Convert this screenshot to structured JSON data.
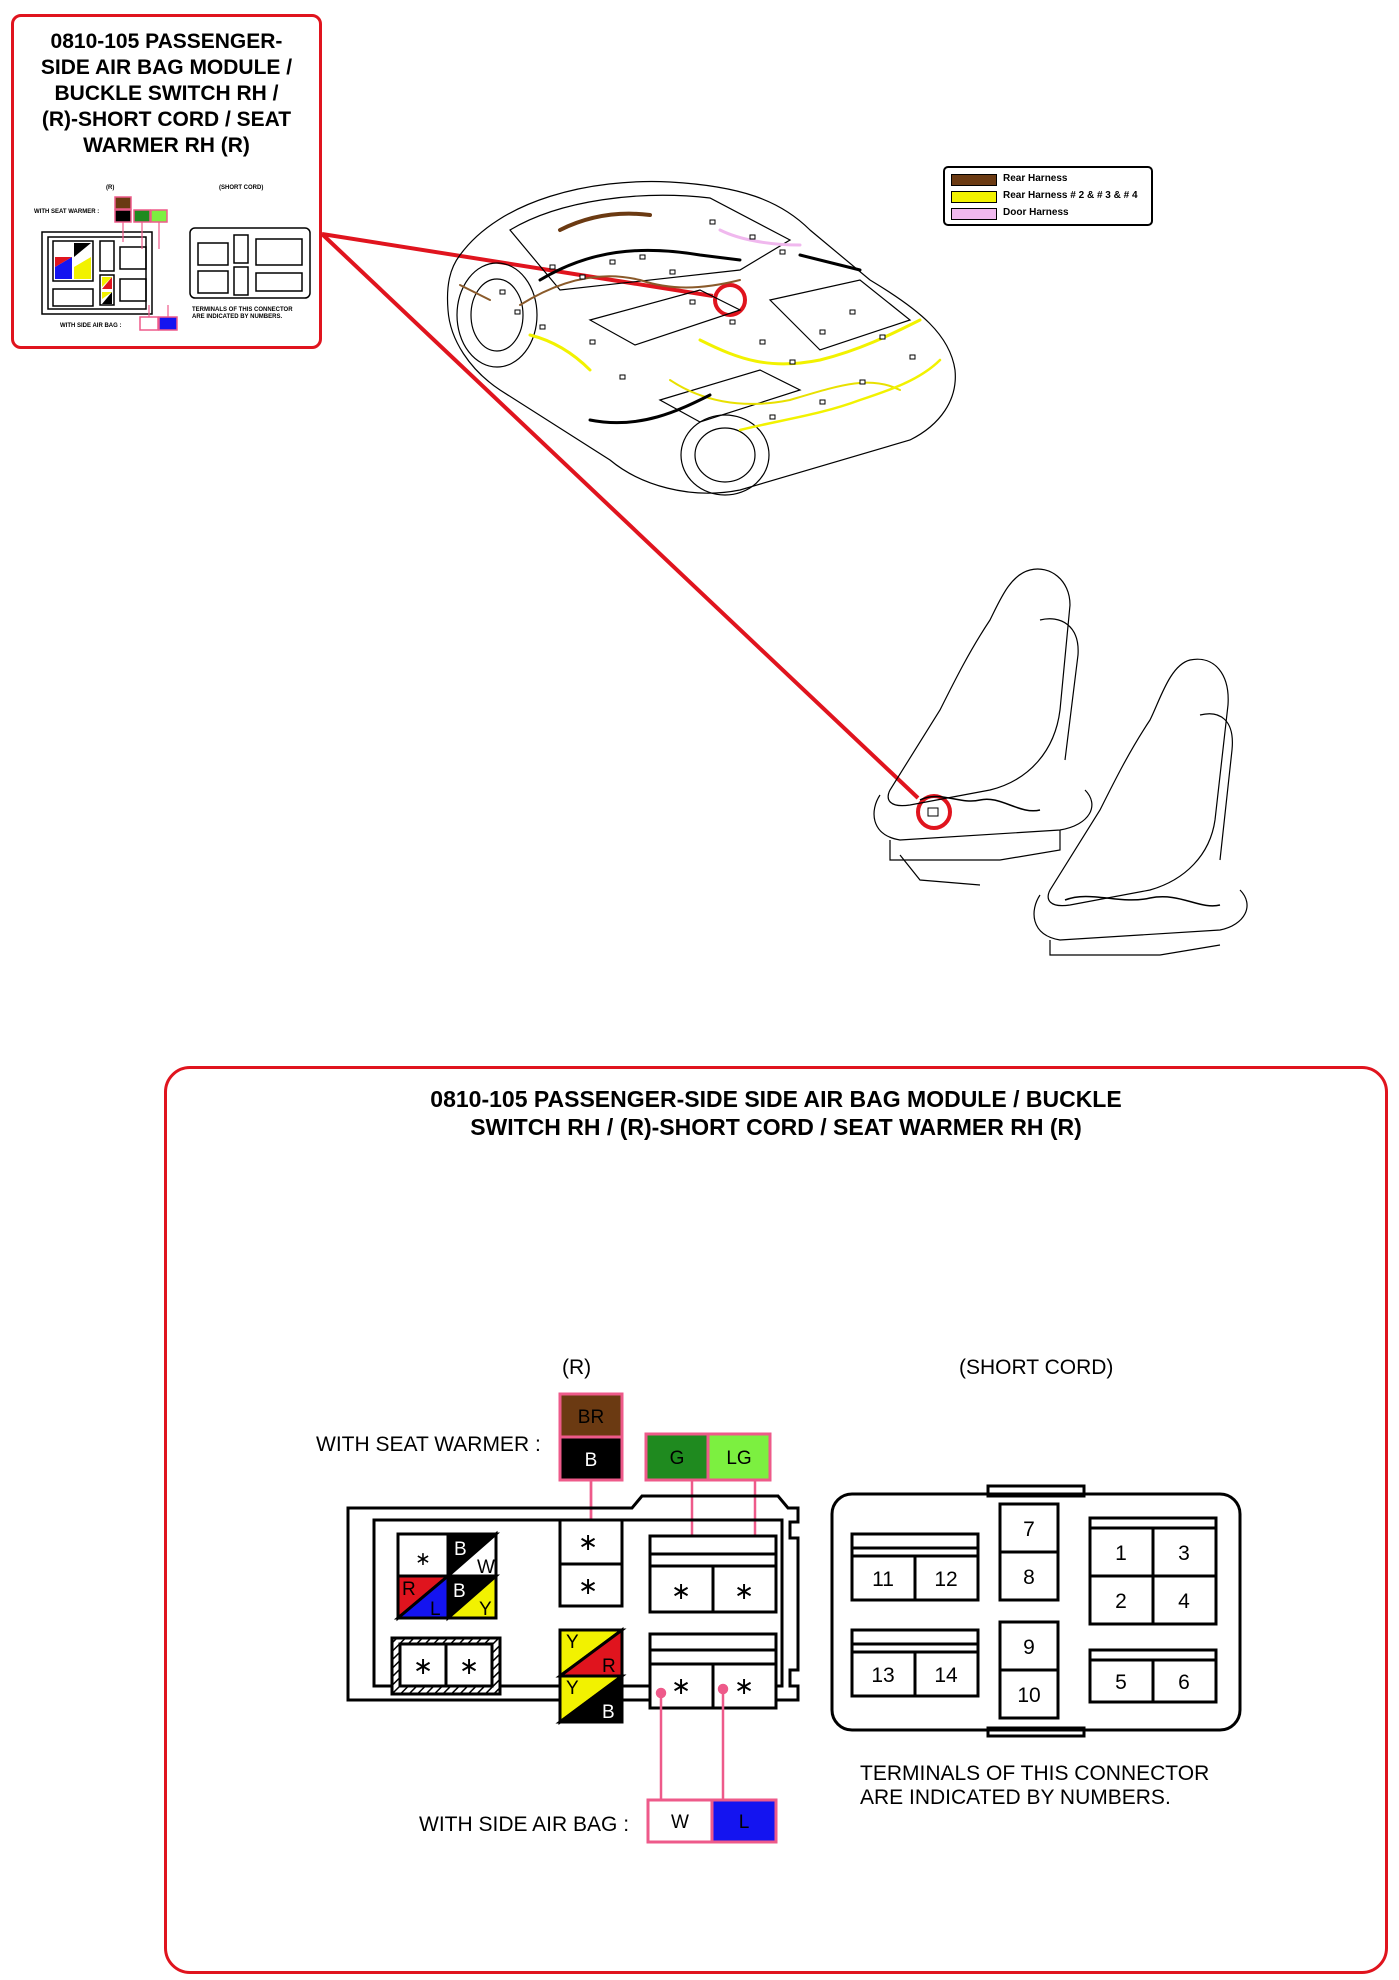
{
  "callout": {
    "title_lines": [
      "0810-105 PASSENGER-",
      "SIDE AIR BAG MODULE /",
      "BUCKLE SWITCH RH /",
      "(R)-SHORT CORD / SEAT",
      "WARMER RH (R)"
    ]
  },
  "legend": {
    "items": [
      {
        "label": "Rear Harness",
        "color": "#6b3a12"
      },
      {
        "label": "Rear Harness # 2 & # 3 & # 4",
        "color": "#f2f200"
      },
      {
        "label": "Door Harness",
        "color": "#f0b8ee"
      }
    ]
  },
  "main": {
    "title_lines": [
      "0810-105 PASSENGER-SIDE SIDE AIR BAG MODULE / BUCKLE",
      "SWITCH RH / (R)-SHORT CORD / SEAT WARMER RH (R)"
    ],
    "left_connector": {
      "heading": "(R)",
      "with_seat_warmer_label": "WITH SEAT WARMER :",
      "with_side_air_bag_label": "WITH SIDE AIR BAG :",
      "seat_warmer_wires": [
        {
          "code": "BR",
          "color": "#6b3a12"
        },
        {
          "code": "B",
          "color": "#000000"
        },
        {
          "code": "G",
          "color": "#1f8a1f"
        },
        {
          "code": "LG",
          "color": "#7cf040"
        }
      ],
      "side_air_bag_wires": [
        {
          "code": "W",
          "color": "#ffffff"
        },
        {
          "code": "L",
          "color": "#1414f0"
        }
      ],
      "terminal_marks": {
        "asterisk": "∗",
        "t1_codes": [
          "B",
          "W"
        ],
        "t2_codes": [
          "R",
          "L",
          "B",
          "Y"
        ],
        "t3_codes": [
          "Y",
          "R",
          "Y",
          "B"
        ]
      }
    },
    "right_connector": {
      "heading": "(SHORT CORD)",
      "terminals": [
        "1",
        "2",
        "3",
        "4",
        "5",
        "6",
        "7",
        "8",
        "9",
        "10",
        "11",
        "12",
        "13",
        "14"
      ],
      "note_lines": [
        "TERMINALS OF THIS CONNECTOR",
        "ARE INDICATED BY NUMBERS."
      ]
    }
  },
  "colors": {
    "accent_red": "#e0141e",
    "pink_line": "#ee5a8a"
  }
}
